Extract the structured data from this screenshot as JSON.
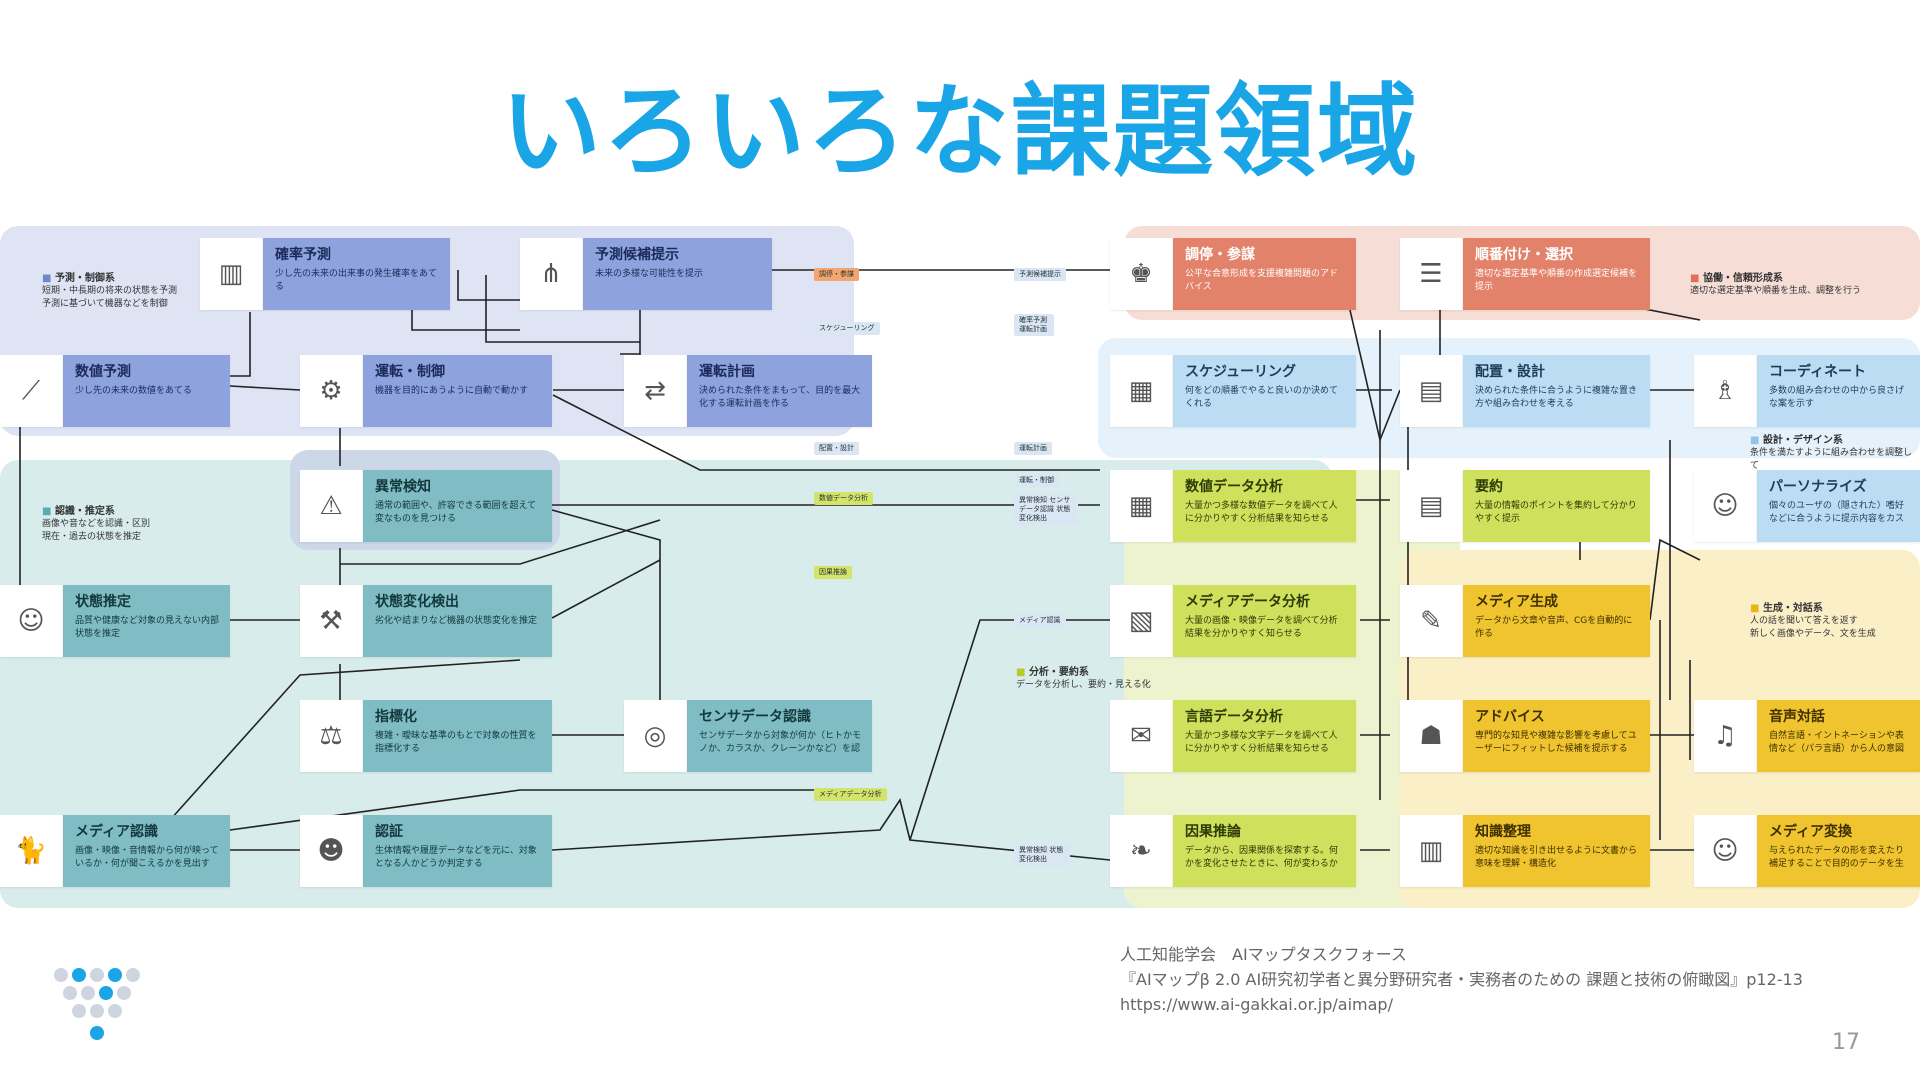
{
  "title": "いろいろな課題領域",
  "groups": {
    "predict": {
      "name": "予測・制御系",
      "desc1": "短期・中長期の将来の状態を予測",
      "desc2": "予測に基づいて機器などを制御"
    },
    "recognize": {
      "name": "認識・推定系",
      "desc1": "画像や音などを認識・区別",
      "desc2": "現在・過去の状態を推定"
    },
    "consensus": {
      "name": "協働・信頼形成系",
      "desc1": "適切な選定基準や順番を生成、調整を行う"
    },
    "design": {
      "name": "設計・デザイン系",
      "desc1": "条件を満たすように組み合わせを調整して"
    },
    "analyze": {
      "name": "分析・要約系",
      "desc1": "データを分析し、要約・見える化"
    },
    "generate": {
      "name": "生成・対話系",
      "desc1": "人の話を聞いて答えを返す",
      "desc2": "新しく画像やデータ、文を生成"
    }
  },
  "boxes": {
    "b1": {
      "title": "確率予測",
      "desc": "少し先の未来の出来事の発生確率をあてる"
    },
    "b2": {
      "title": "予測候補提示",
      "desc": "未来の多様な可能性を提示"
    },
    "b3": {
      "title": "数値予測",
      "desc": "少し先の未来の数値をあてる"
    },
    "b4": {
      "title": "運転・制御",
      "desc": "機器を目的にあうように自動で動かす"
    },
    "b5": {
      "title": "運転計画",
      "desc": "決められた条件をまもって、目的を最大化する運転計画を作る"
    },
    "b6": {
      "title": "異常検知",
      "desc": "通常の範囲や、許容できる範囲を超えて変なものを見つける"
    },
    "b7": {
      "title": "状態推定",
      "desc": "品質や健康など対象の見えない内部状態を推定"
    },
    "b8": {
      "title": "状態変化検出",
      "desc": "劣化や詰まりなど機器の状態変化を推定"
    },
    "b9": {
      "title": "指標化",
      "desc": "複雑・曖昧な基準のもとで対象の性質を指標化する"
    },
    "b10": {
      "title": "センサデータ認識",
      "desc": "センサデータから対象が何か（ヒトかモノか、カラスか、クレーンかなど）を認識する"
    },
    "b11": {
      "title": "メディア認識",
      "desc": "画像・映像・音情報から何が映っているか・何が聞こえるかを見出す"
    },
    "b12": {
      "title": "認証",
      "desc": "生体情報や履歴データなどを元に、対象となる人かどうか判定する"
    },
    "b13": {
      "title": "調停・参謀",
      "desc": "公平な合意形成を支援複雑問題のアドバイス"
    },
    "b14": {
      "title": "順番付け・選択",
      "desc": "適切な選定基準や順番の作成選定候補を提示"
    },
    "b15": {
      "title": "スケジューリング",
      "desc": "何をどの順番でやると良いのか決めてくれる"
    },
    "b16": {
      "title": "配置・設計",
      "desc": "決められた条件に合うように複雑な置き方や組み合わせを考える"
    },
    "b17": {
      "title": "コーディネート",
      "desc": "多数の組み合わせの中から良さげな案を示す"
    },
    "b18": {
      "title": "数値データ分析",
      "desc": "大量かつ多様な数値データを調べて人に分かりやすく分析結果を知らせる"
    },
    "b19": {
      "title": "要約",
      "desc": "大量の情報のポイントを集約して分かりやすく提示"
    },
    "b20": {
      "title": "パーソナライズ",
      "desc": "個々のユーザの（隠された）嗜好などに合うように提示内容をカスタマイズ"
    },
    "b21": {
      "title": "メディアデータ分析",
      "desc": "大量の画像・映像データを調べて分析結果を分かりやすく知らせる"
    },
    "b22": {
      "title": "メディア生成",
      "desc": "データから文章や音声、CGを自動的に作る"
    },
    "b23": {
      "title": "言語データ分析",
      "desc": "大量かつ多様な文字データを調べて人に分かりやすく分析結果を知らせる"
    },
    "b24": {
      "title": "アドバイス",
      "desc": "専門的な知見や複雑な影響を考慮してユーザーにフィットした候補を提示する"
    },
    "b25": {
      "title": "音声対話",
      "desc": "自然言語・イントネーションや表情など（パラ言語）から人の意図をくみ取り適切に"
    },
    "b26": {
      "title": "因果推論",
      "desc": "データから、因果関係を探索する。何かを変化させたときに、何が変わるかを予測"
    },
    "b27": {
      "title": "知識整理",
      "desc": "適切な知識を引き出せるように文書から意味を理解・構造化"
    },
    "b28": {
      "title": "メディア変換",
      "desc": "与えられたデータの形を変えたり補足することで目的のデータを生成"
    }
  },
  "labels": {
    "l1": "調停・参謀",
    "l2": "予測候補提示",
    "l3": "スケジューリング",
    "l4": "確率予測 運転計画",
    "l5": "配置・設計",
    "l6": "運転計画",
    "l7": "数値データ分析",
    "l8": "運転・制御",
    "l9": "異常検知 センサデータ認識 状態変化検出",
    "l10": "因果推論",
    "l11": "メディア認識",
    "l12": "メディアデータ分析",
    "l13": "異常検知 状態変化検出"
  },
  "credit": {
    "line1": "人工知能学会　AIマップタスクフォース",
    "line2": "『AIマップβ 2.0 AI研究初学者と異分野研究者・実務者のための 課題と技術の俯瞰図』p12-13",
    "line3": "https://www.ai-gakkai.or.jp/aimap/"
  },
  "page_number": "17",
  "colors": {
    "title": "#1aa5e6",
    "logo": "#1aa5e6"
  }
}
